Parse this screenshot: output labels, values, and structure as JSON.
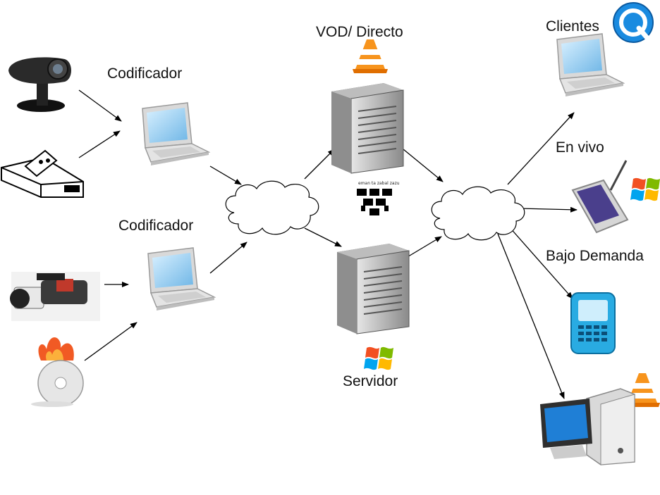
{
  "labels": {
    "codificador_top": "Codificador",
    "codificador_bottom": "Codificador",
    "vod_directo": "VOD/ Directo",
    "servidor": "Servidor",
    "clientes": "Clientes",
    "en_vivo": "En vivo",
    "bajo_demanda": "Bajo Demanda",
    "logo_motto": "eman ta zabal zazu"
  },
  "icons": [
    "webcam-icon",
    "dvd-player-icon",
    "video-camera-icon",
    "burning-disc-icon",
    "laptop-icon",
    "cloud-icon",
    "server-icon",
    "vlc-cone-icon",
    "windows-logo-icon",
    "quicktime-logo-icon",
    "pda-icon",
    "smartphone-icon",
    "desktop-computer-icon",
    "university-logo"
  ],
  "colors": {
    "arrow": "#000000",
    "screen": "#9fd3f2",
    "cloud_stroke": "#000000",
    "vlc_orange": "#f7941d",
    "quicktime_blue": "#1a8be0"
  }
}
